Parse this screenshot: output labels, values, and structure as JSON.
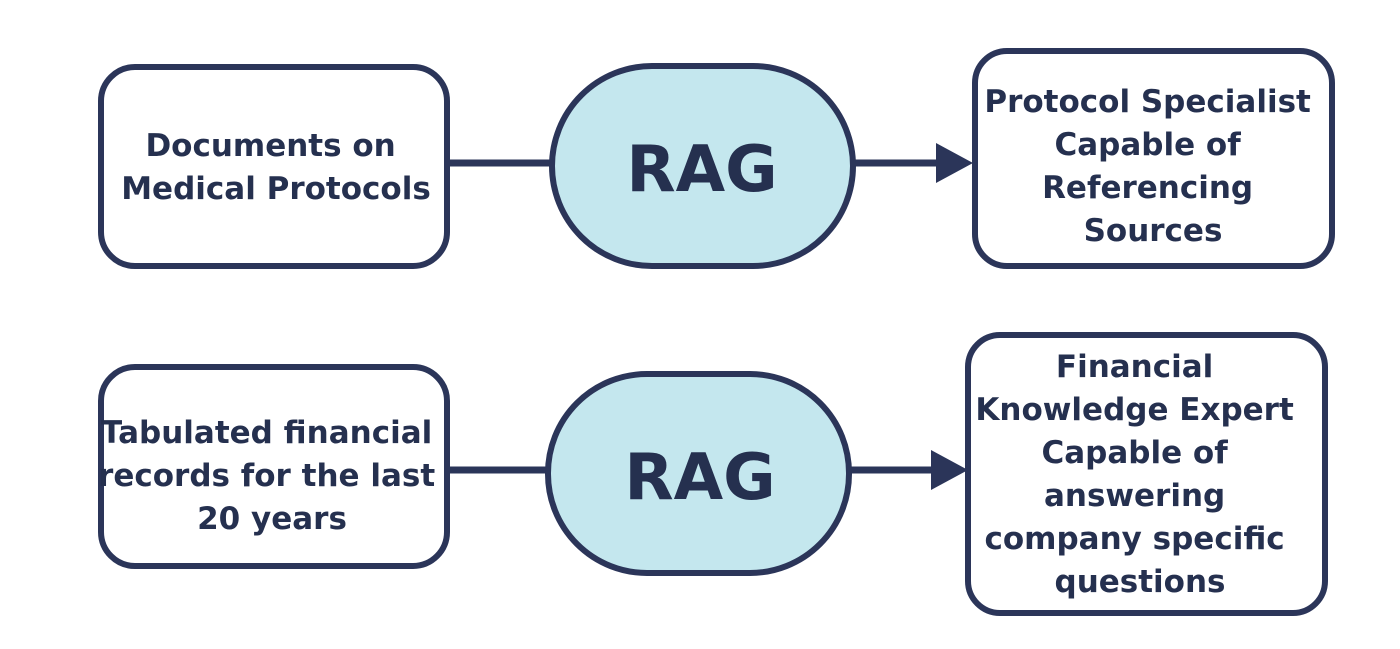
{
  "colors": {
    "stroke": "#2b3559",
    "text": "#25304f",
    "hub_fill": "#c4e7ee",
    "box_fill": "#ffffff",
    "background": "#ffffff"
  },
  "flows": [
    {
      "source": {
        "lines": [
          "Documents on",
          "Medical Protocols"
        ]
      },
      "hub": {
        "label": "RAG"
      },
      "target": {
        "lines": [
          "Protocol Specialist",
          "Capable of",
          "Referencing",
          "Sources"
        ]
      }
    },
    {
      "source": {
        "lines": [
          "Tabulated financial",
          "records for the last",
          "20 years"
        ]
      },
      "hub": {
        "label": "RAG"
      },
      "target": {
        "lines": [
          "Financial",
          "Knowledge Expert",
          "Capable of",
          "answering",
          "company specific",
          "questions"
        ]
      }
    }
  ]
}
